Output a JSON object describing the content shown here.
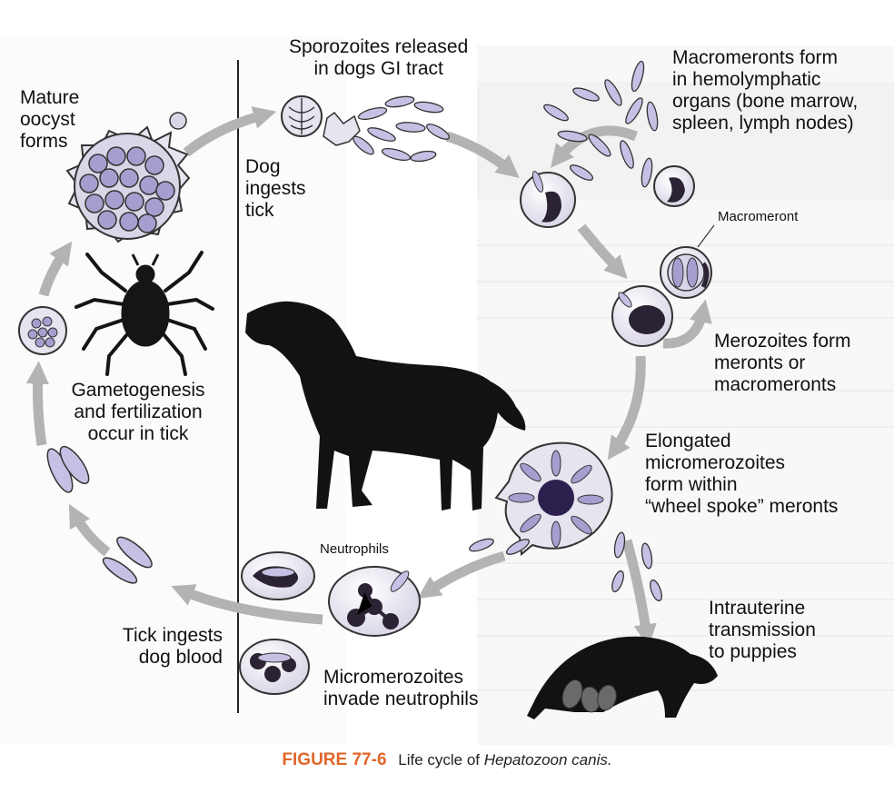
{
  "labels": {
    "sporozoites": [
      "Sporozoites released",
      "in dogs GI tract"
    ],
    "macromeronts_form": [
      "Macromeronts form",
      "in hemolymphatic",
      "organs (bone marrow,",
      "spleen, lymph nodes)"
    ],
    "macromeront": "Macromeront",
    "mature_oocyst": [
      "Mature",
      "oocyst",
      "forms"
    ],
    "dog_ingests": [
      "Dog",
      "ingests",
      "tick"
    ],
    "merozoites_form": [
      "Merozoites form",
      "meronts or",
      "macromeronts"
    ],
    "gametogenesis": [
      "Gametogenesis",
      "and fertilization",
      "occur in tick"
    ],
    "elongated": [
      "Elongated",
      "micromerozoites",
      "form within",
      "“wheel spoke” meronts"
    ],
    "neutrophils": "Neutrophils",
    "intrauterine": [
      "Intrauterine",
      "transmission",
      "to puppies"
    ],
    "tick_ingests": [
      "Tick ingests",
      "dog blood"
    ],
    "micromerozoites_invade": [
      "Micromerozoites",
      "invade neutrophils"
    ]
  },
  "caption": {
    "figure": "FIGURE 77-6",
    "text": "Life cycle of",
    "species": "Hepatozoon canis."
  },
  "colors": {
    "arrow": "#b3b3b3",
    "cell_fill": "#e9e6f1",
    "cell_stroke": "#4a4a5a",
    "parasite": "#b7aed6",
    "nucleus": "#2b2233",
    "silhouette": "#121212",
    "background_table": "#f2f2f2",
    "caption_accent": "#e0662a"
  }
}
